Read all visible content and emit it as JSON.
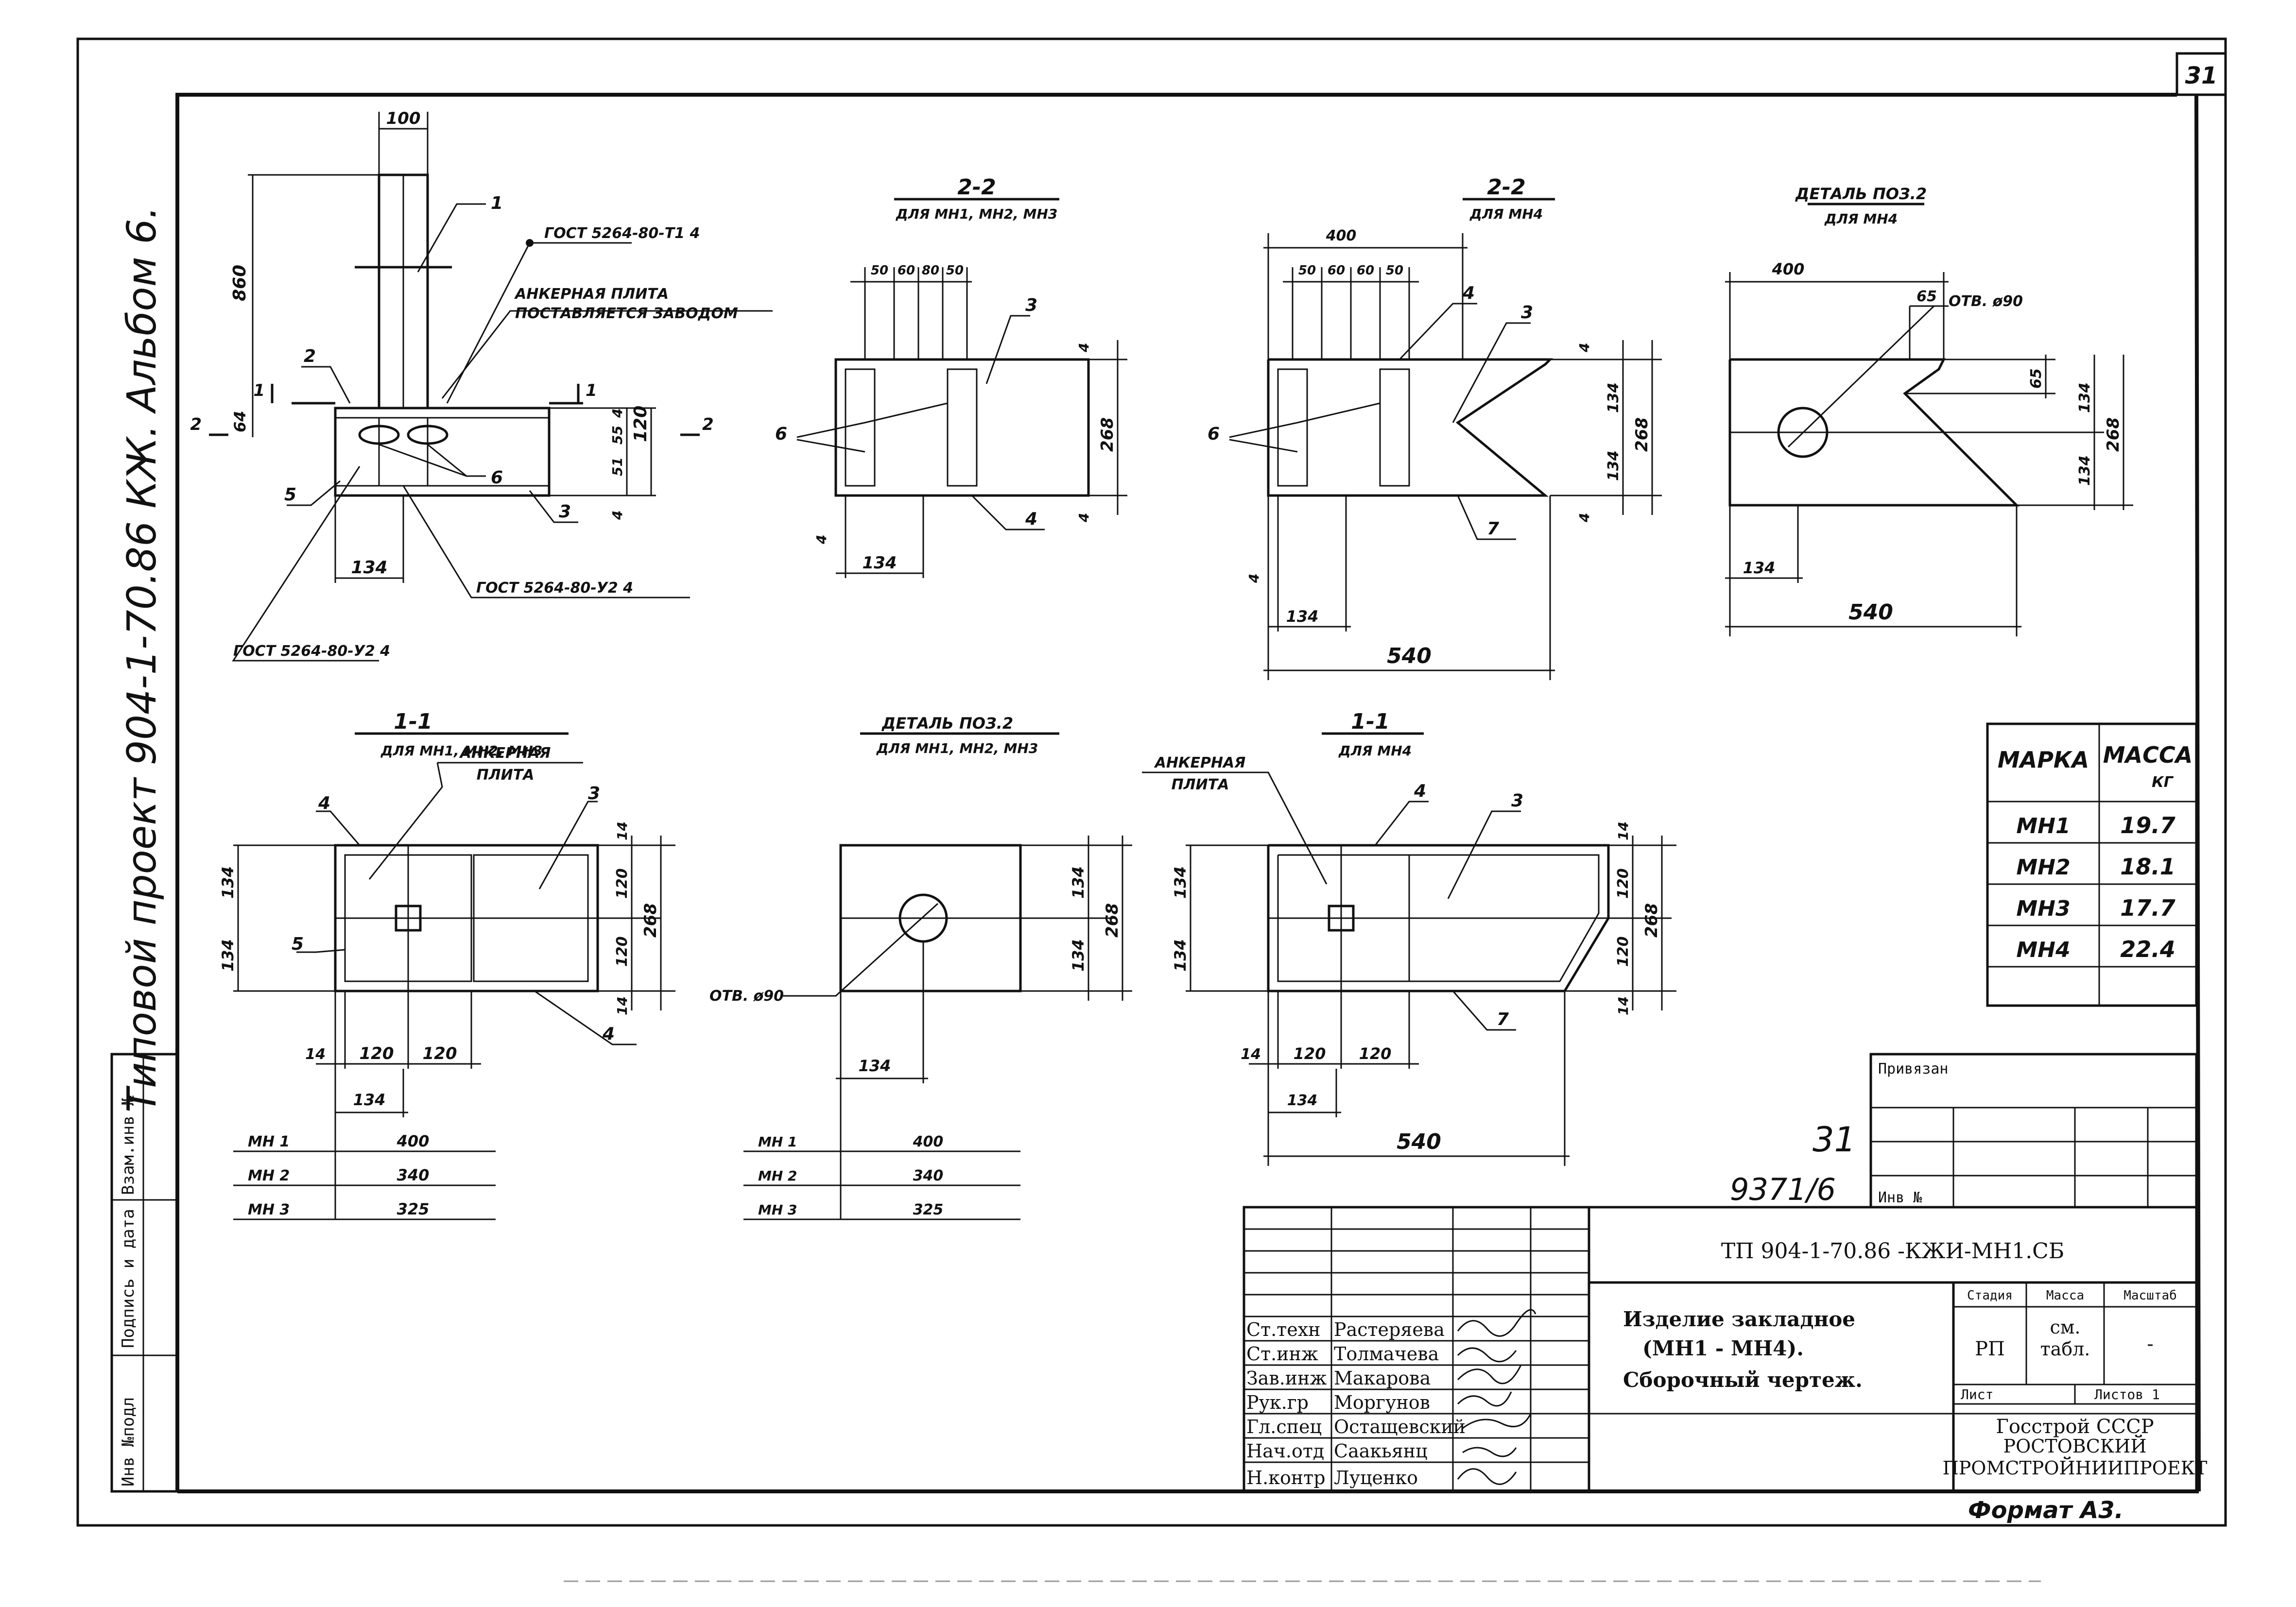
{
  "sheet_number": "31",
  "side_caption": "Типовой проект 904-1-70.86 КЖ. Альбом 6.",
  "side_stamp": [
    "Инв №подл",
    "Подпись и дата",
    "Взам.инв №"
  ],
  "views": {
    "main": {
      "dims": {
        "w100": "100",
        "h860": "860",
        "d64": "64",
        "d4a": "4",
        "d55": "55",
        "d51": "51",
        "d4b": "4",
        "h120": "120",
        "w134": "134"
      },
      "labels": {
        "p1": "1",
        "p2": "2",
        "p3": "3",
        "p5": "5",
        "p6": "6",
        "cut1a": "1",
        "cut1b": "1",
        "cut2a": "2",
        "cut2b": "2"
      },
      "notes": {
        "gost_top": "ГОСТ 5264-80-Т1 4",
        "anchor1": "АНКЕРНАЯ ПЛИТА",
        "anchor2": "ПОСТАВЛЯЕТСЯ ЗАВОДОМ",
        "gost_mid": "ГОСТ 5264-80-У2 4",
        "gost_low": "ГОСТ 5264-80-У2 4"
      }
    },
    "s22a": {
      "title": "2-2",
      "subtitle": "ДЛЯ МН1, МН2, МН3",
      "dims": {
        "d50": "50",
        "d60": "60",
        "d80": "80",
        "d50b": "50",
        "d4a": "4",
        "h268": "268",
        "d4b": "4",
        "d4c": "4",
        "w134": "134"
      },
      "labels": {
        "p3": "3",
        "p4": "4",
        "p6": "6"
      }
    },
    "s22b": {
      "title": "2-2",
      "subtitle": "ДЛЯ МН4",
      "dims": {
        "w400": "400",
        "d50": "50",
        "d60": "60",
        "d60b": "60",
        "d50b": "50",
        "d4a": "4",
        "h134a": "134",
        "h268": "268",
        "h134b": "134",
        "d4b": "4",
        "d4c": "4",
        "w134": "134",
        "w540": "540"
      },
      "labels": {
        "p3": "3",
        "p4": "4",
        "p6": "6",
        "p7": "7"
      }
    },
    "det2b": {
      "title": "ДЕТАЛЬ ПОЗ.2",
      "subtitle": "ДЛЯ МН4",
      "dims": {
        "w400": "400",
        "d65a": "65",
        "d65b": "65",
        "h134a": "134",
        "h268": "268",
        "h134b": "134",
        "w134": "134",
        "w540": "540"
      },
      "hole": "ОТВ. ø90"
    },
    "s11a": {
      "title": "1-1",
      "subtitle": "ДЛЯ МН1, МН2, МН3",
      "anchor1": "АНКЕРНАЯ",
      "anchor2": "ПЛИТА",
      "dims": {
        "h134a": "134",
        "h134b": "134",
        "d14a": "14",
        "h120a": "120",
        "h120b": "120",
        "h268": "268",
        "d14b": "14",
        "w14": "14",
        "w120a": "120",
        "w120b": "120",
        "w134": "134"
      },
      "labels": {
        "p3": "3",
        "p4": "4",
        "p4b": "4",
        "p5": "5"
      }
    },
    "det2a": {
      "title": "ДЕТАЛЬ ПОЗ.2",
      "subtitle": "ДЛЯ МН1, МН2, МН3",
      "dims": {
        "h134a": "134",
        "h134b": "134",
        "h268": "268",
        "w134": "134"
      },
      "hole": "ОТВ. ø90"
    },
    "s11b": {
      "title": "1-1",
      "subtitle": "ДЛЯ МН4",
      "anchor1": "АНКЕРНАЯ",
      "anchor2": "ПЛИТА",
      "dims": {
        "h134a": "134",
        "h134b": "134",
        "d14a": "14",
        "h120a": "120",
        "h120b": "120",
        "h268": "268",
        "d14b": "14",
        "w14": "14",
        "w120a": "120",
        "w120b": "120",
        "w134": "134",
        "w540": "540"
      },
      "labels": {
        "p3": "3",
        "p4": "4",
        "p7": "7"
      }
    }
  },
  "length_tables": [
    {
      "rows": [
        {
          "mark": "МН 1",
          "value": "400"
        },
        {
          "mark": "МН 2",
          "value": "340"
        },
        {
          "mark": "МН 3",
          "value": "325"
        }
      ]
    },
    {
      "rows": [
        {
          "mark": "МН 1",
          "value": "400"
        },
        {
          "mark": "МН 2",
          "value": "340"
        },
        {
          "mark": "МН 3",
          "value": "325"
        }
      ]
    }
  ],
  "mass_table": {
    "header_mark": "МАРКА",
    "header_mass": "МАССА",
    "header_unit": "КГ",
    "rows": [
      {
        "mark": "МН1",
        "mass": "19.7"
      },
      {
        "mark": "МН2",
        "mass": "18.1"
      },
      {
        "mark": "МН3",
        "mass": "17.7"
      },
      {
        "mark": "МН4",
        "mass": "22.4"
      }
    ]
  },
  "handwritten": {
    "n1": "31",
    "n2": "9371/6"
  },
  "binding": {
    "title": "Привязан",
    "inv": "Инв №"
  },
  "title_block": {
    "code": "ТП 904-1-70.86 -КЖИ-МН1.СБ",
    "product1": "Изделие закладное",
    "product2": "(МН1 - МН4).",
    "product3": "Сборочный чертеж.",
    "stage_head": "Стадия",
    "mass_head": "Масса",
    "scale_head": "Масштаб",
    "stage": "РП",
    "mass1": "см.",
    "mass2": "табл.",
    "scale": "-",
    "sheet": "Лист",
    "sheets": "Листов 1",
    "org1": "Госстрой СССР",
    "org2": "РОСТОВСКИЙ",
    "org3": "ПРОМСТРОЙНИИПРОЕКТ",
    "staff": [
      {
        "role": "Ст.техн",
        "name": "Растеряева"
      },
      {
        "role": "Ст.инж",
        "name": "Толмачева"
      },
      {
        "role": "Зав.инж",
        "name": "Макарова"
      },
      {
        "role": "Рук.гр",
        "name": "Моргунов"
      },
      {
        "role": "Гл.спец",
        "name": "Остащевский"
      },
      {
        "role": "Нач.отд",
        "name": "Саакьянц"
      },
      {
        "role": "Н.контр",
        "name": "Луценко"
      }
    ]
  },
  "format": "Формат А3."
}
